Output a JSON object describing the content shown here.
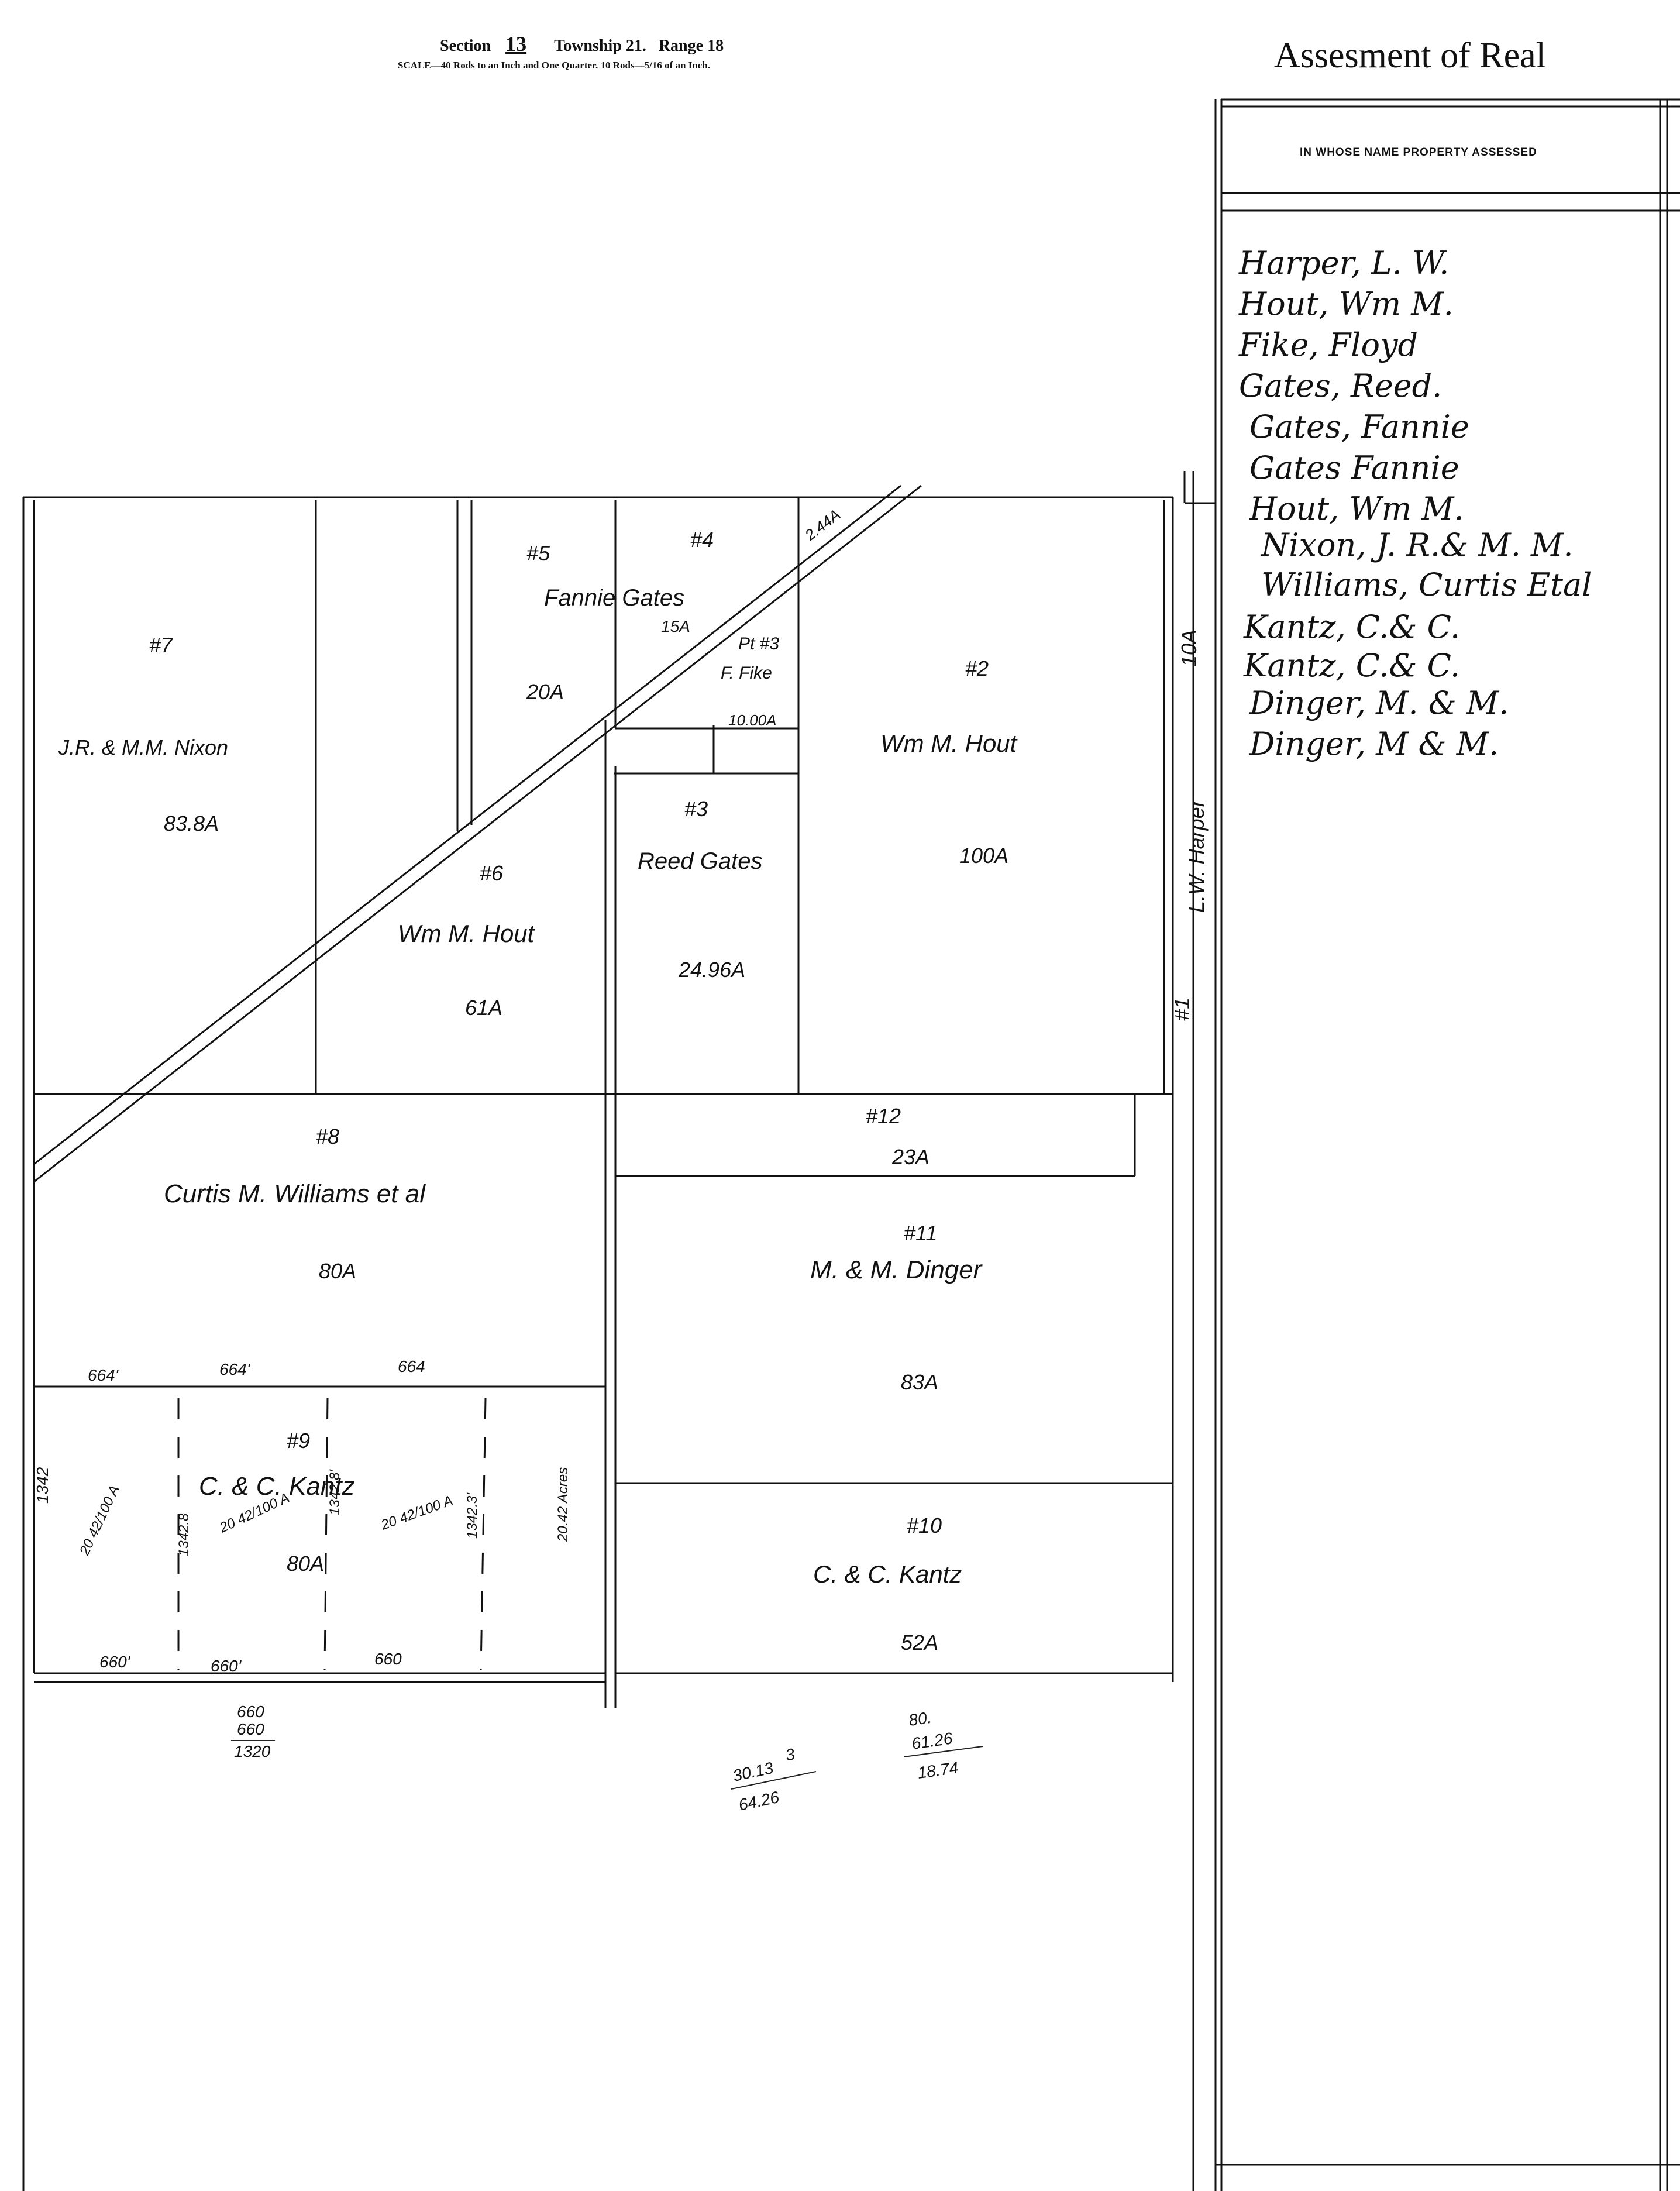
{
  "header": {
    "section_label": "Section",
    "section_number": "13",
    "township_label": "Township",
    "township_number": "21.",
    "range_label": "Range",
    "range_number": "18",
    "scale_note": "SCALE—40 Rods to an Inch and One Quarter.   10 Rods—5/16 of an Inch."
  },
  "ledger": {
    "title": "Assesment of Real",
    "column_header": "IN WHOSE NAME PROPERTY ASSESSED",
    "owners": [
      "Harper, L. W.",
      "Hout, Wm M.",
      "Fike, Floyd",
      "Gates, Reed.",
      "Gates, Fannie",
      "Gates Fannie",
      "Hout, Wm M.",
      "Nixon, J. R.& M. M.",
      "Williams, Curtis Etal",
      "Kantz, C.& C.",
      "Kantz, C.& C.",
      "Dinger, M. & M.",
      "Dinger, M & M."
    ]
  },
  "parcels": {
    "p7": {
      "number": "#7",
      "owner": "J.R. & M.M. Nixon",
      "acres": "83.8A"
    },
    "p5": {
      "number": "#5",
      "acres": "20A"
    },
    "p4": {
      "number": "#4",
      "acres": "15A"
    },
    "fannie": {
      "owner": "Fannie Gates"
    },
    "p3pt": {
      "number": "Pt #3",
      "owner": "F. Fike",
      "acres": "10.00A"
    },
    "p2": {
      "number": "#2",
      "owner": "Wm M. Hout",
      "acres": "100A"
    },
    "p1": {
      "number": "#1",
      "owner": "L.W. Harper",
      "acres": "10A"
    },
    "p3": {
      "number": "#3",
      "owner": "Reed Gates",
      "acres": "24.96A"
    },
    "p6": {
      "number": "#6",
      "owner": "Wm M. Hout",
      "acres": "61A"
    },
    "p8": {
      "number": "#8",
      "owner": "Curtis M. Williams  et al",
      "acres": "80A"
    },
    "p12": {
      "number": "#12",
      "acres": "23A"
    },
    "p11": {
      "number": "#11",
      "owner": "M. & M. Dinger",
      "acres": "83A"
    },
    "p9": {
      "number": "#9",
      "owner": "C. & C. Kantz",
      "acres": "80A"
    },
    "p10": {
      "number": "#10",
      "owner": "C. & C. Kantz",
      "acres": "52A"
    }
  },
  "road_note": "2.44A",
  "dimensions": {
    "top": [
      "664'",
      "664'",
      "664"
    ],
    "bottom": [
      "660'",
      "660'",
      "660"
    ],
    "left_side": "1342",
    "subdivisions": [
      "20 42/100 A",
      "20 42/100 A",
      "20 42/100 A",
      "20.42 Acres"
    ],
    "vertical": [
      "1342.8",
      "1342.8'",
      "1342.3'"
    ]
  },
  "calculations": {
    "calc1": [
      "660",
      "660",
      "1320"
    ],
    "calc2": [
      "30.13",
      "3",
      "64.26"
    ],
    "calc3": [
      "80.",
      "61.26",
      "18.74"
    ]
  }
}
